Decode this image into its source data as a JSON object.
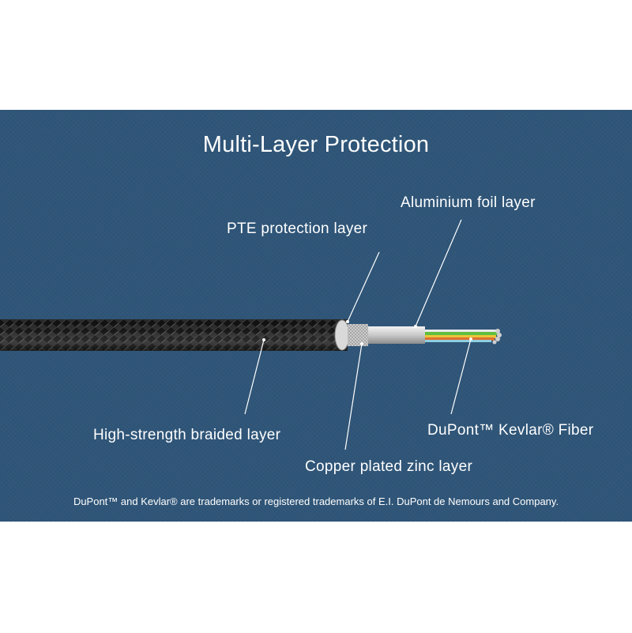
{
  "title": "Multi-Layer Protection",
  "labels": {
    "aluminium": "Aluminium foil layer",
    "pte": "PTE protection layer",
    "braided": "High-strength braided layer",
    "kevlar": "DuPont™ Kevlar® Fiber",
    "copper": "Copper plated zinc layer"
  },
  "footnote": "DuPont™ and Kevlar® are trademarks or registered trademarks of E.I. DuPont de Nemours and Company.",
  "colors": {
    "background": "#2f5578",
    "cable_jacket": "#151515",
    "wire_green": "#5fbf3f",
    "wire_orange": "#e0702f",
    "wire_white": "#e8e8e8",
    "text": "#ffffff"
  }
}
